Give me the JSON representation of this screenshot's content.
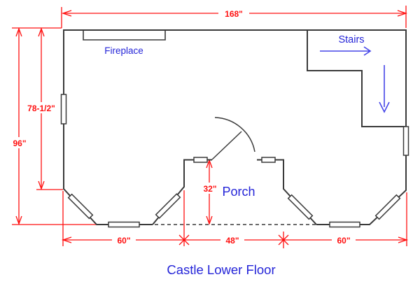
{
  "title": {
    "text": "Castle Lower Floor"
  },
  "rooms": {
    "fireplace": "Fireplace",
    "stairs": "Stairs",
    "porch": "Porch"
  },
  "dimensions": {
    "overall_width": "168\"",
    "overall_height": "96\"",
    "left_wall_height": "78-1/2\"",
    "porch_depth": "32\"",
    "bottom_left_width": "60\"",
    "bottom_center_width": "48\"",
    "bottom_right_width": "60\""
  },
  "colors": {
    "walls": "#3a3a3a",
    "dimensions": "#ff1010",
    "labels": "#2525d8",
    "background": "#ffffff"
  }
}
